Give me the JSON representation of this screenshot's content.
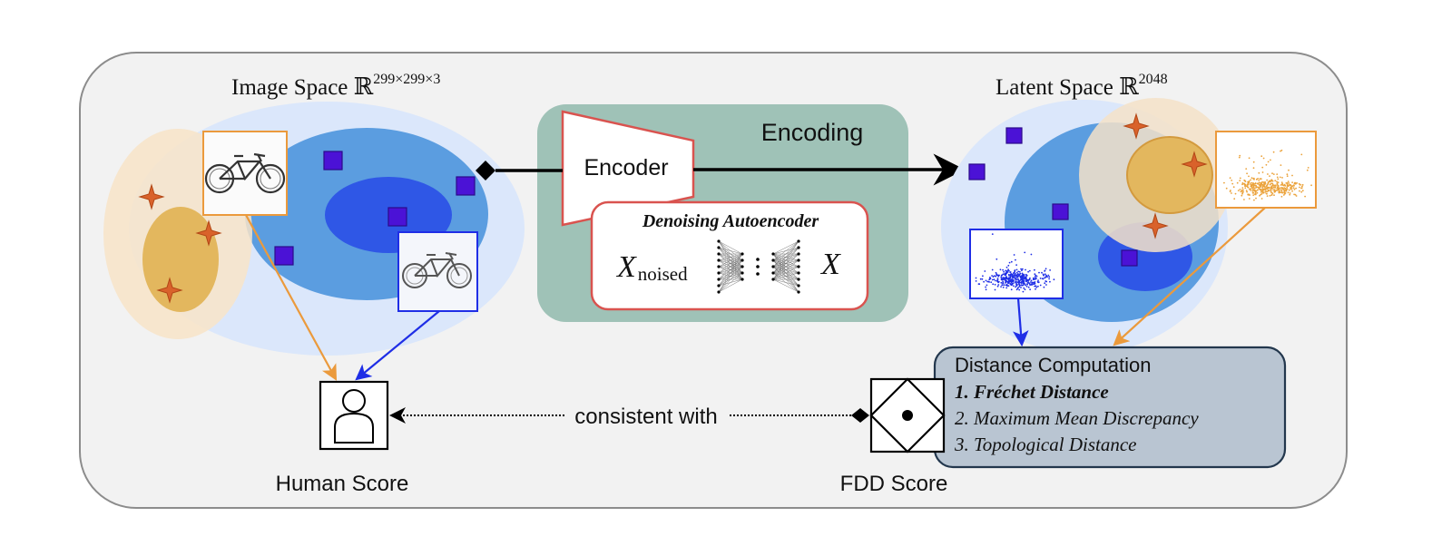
{
  "image_space": {
    "label": "Image Space ",
    "field": "ℝ",
    "superscript": "299×299×3"
  },
  "latent_space": {
    "label": "Latent Space ",
    "field": "ℝ",
    "superscript": "2048"
  },
  "encoding": {
    "title": "Encoding",
    "encoder_label": "Encoder",
    "dae_title": "Denoising Autoencoder",
    "x_noised_var": "X",
    "x_noised_sub": "noised",
    "x_out": "X"
  },
  "distance": {
    "title": "Distance Computation",
    "items": [
      "1. Fréchet Distance",
      "2. Maximum Mean Discrepancy",
      "3. Topological Distance"
    ]
  },
  "scores": {
    "human": "Human Score",
    "fdd": "FDD Score",
    "link_label": "consistent with"
  },
  "colors": {
    "panel_bg": "#f2f2f2",
    "panel_border": "#8c8c8c",
    "light_blue": "#dbe7fb",
    "mid_blue": "#5b9de0",
    "dark_blue": "#2f57e6",
    "square": "#4b12d6",
    "orange_light": "#f8e4c8",
    "orange_mid": "#e3b75e",
    "star": "#d9622b",
    "encoding_bg": "#9fc2b7",
    "encoder_border": "#d9534f",
    "distance_bg": "#b9c5d2",
    "distance_border": "#23374d",
    "arrow_orange": "#eb9a3c",
    "arrow_blue": "#1f2ee6"
  }
}
